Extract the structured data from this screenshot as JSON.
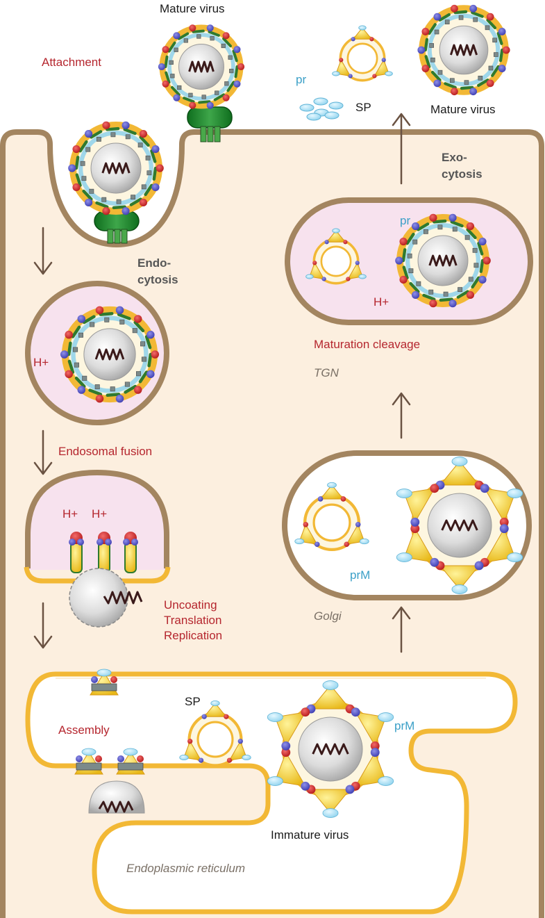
{
  "labels": {
    "mature_virus_top": "Mature virus",
    "attachment": "Attachment",
    "pr_top": "pr",
    "sp_top": "SP",
    "mature_virus_right": "Mature virus",
    "exocytosis_1": "Exo-",
    "exocytosis_2": "cytosis",
    "endocytosis_1": "Endo-",
    "endocytosis_2": "cytosis",
    "pr_vesicle": "pr",
    "h_plus_maturation": "H+",
    "h_plus_endosome": "H+",
    "maturation_cleavage": "Maturation cleavage",
    "tgn": "TGN",
    "endosomal_fusion": "Endosomal fusion",
    "h_plus_fusion_1": "H+",
    "h_plus_fusion_2": "H+",
    "prm_golgi": "prM",
    "golgi": "Golgi",
    "uncoating": "Uncoating",
    "translation": "Translation",
    "replication": "Replication",
    "sp_er": "SP",
    "assembly": "Assembly",
    "prm_er": "prM",
    "immature_virus": "Immature virus",
    "er": "Endoplasmic reticulum"
  },
  "colors": {
    "cytoplasm": "#fcefdf",
    "membrane": "#a38560",
    "vesicle_pink": "#f7e2ee",
    "er_membrane": "#f2b835",
    "label_red": "#b5262e",
    "label_cyan": "#3a9fc7",
    "label_gray": "#555555",
    "label_italic": "#7a7066",
    "arrow": "#6a5242"
  }
}
